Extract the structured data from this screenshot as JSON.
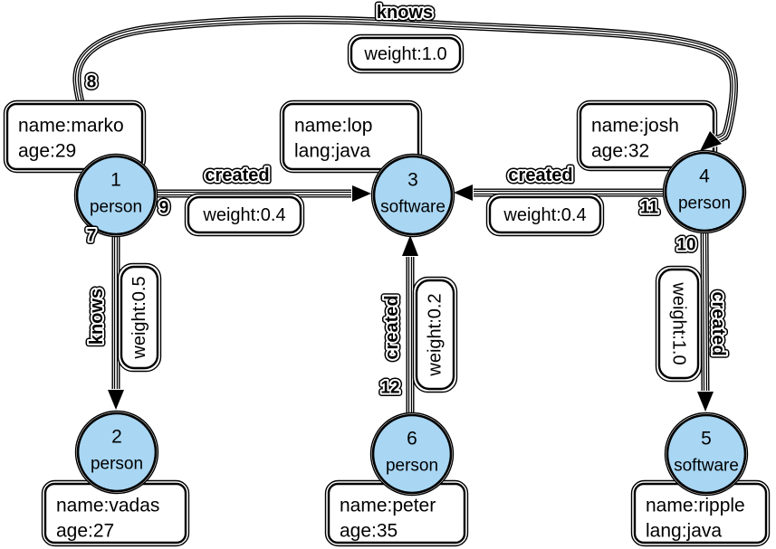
{
  "graph": {
    "colors": {
      "node_fill": "#A8D6F3",
      "stroke": "#000000",
      "box_fill": "#FFFFFF"
    },
    "nodes": [
      {
        "id": "1",
        "label": "person",
        "prop1": "name:marko",
        "prop2": "age:29"
      },
      {
        "id": "2",
        "label": "person",
        "prop1": "name:vadas",
        "prop2": "age:27"
      },
      {
        "id": "3",
        "label": "software",
        "prop1": "name:lop",
        "prop2": "lang:java"
      },
      {
        "id": "4",
        "label": "person",
        "prop1": "name:josh",
        "prop2": "age:32"
      },
      {
        "id": "5",
        "label": "software",
        "prop1": "name:ripple",
        "prop2": "lang:java"
      },
      {
        "id": "6",
        "label": "person",
        "prop1": "name:peter",
        "prop2": "age:35"
      }
    ],
    "edges": [
      {
        "id": "7",
        "label": "knows",
        "weight": "weight:0.5",
        "from": "1",
        "to": "2"
      },
      {
        "id": "8",
        "label": "knows",
        "weight": "weight:1.0",
        "from": "1",
        "to": "4"
      },
      {
        "id": "9",
        "label": "created",
        "weight": "weight:0.4",
        "from": "1",
        "to": "3"
      },
      {
        "id": "10",
        "label": "created",
        "weight": "weight:1.0",
        "from": "4",
        "to": "5"
      },
      {
        "id": "11",
        "label": "created",
        "weight": "weight:0.4",
        "from": "4",
        "to": "3"
      },
      {
        "id": "12",
        "label": "created",
        "weight": "weight:0.2",
        "from": "6",
        "to": "3"
      }
    ]
  }
}
